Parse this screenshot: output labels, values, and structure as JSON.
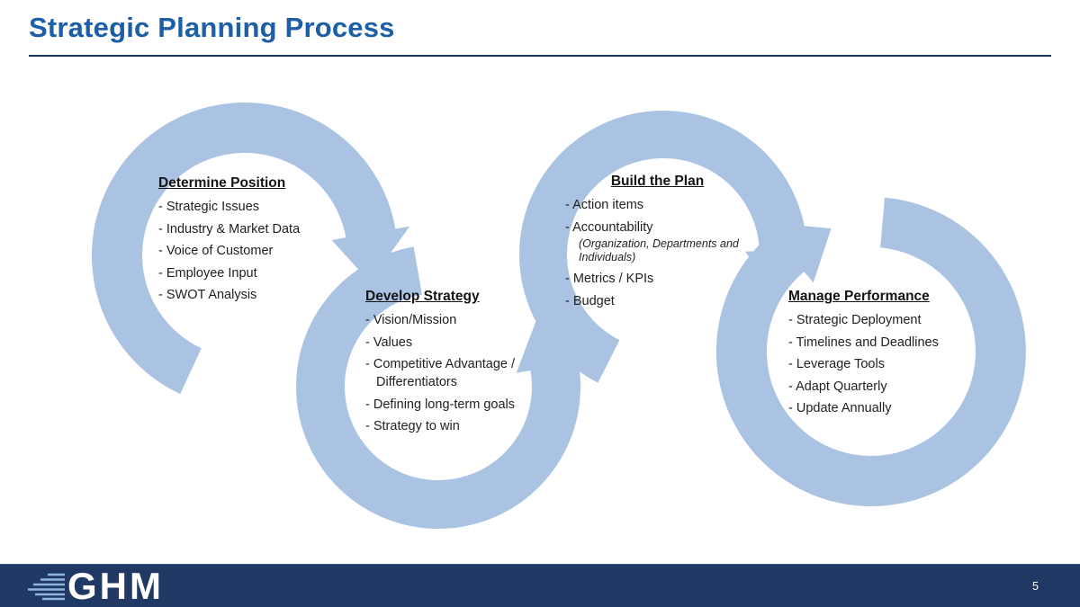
{
  "slide": {
    "title": "Strategic Planning Process",
    "page_number": "5",
    "logo_text": "GHM"
  },
  "colors": {
    "ring": "#AAC3E3",
    "title": "#1D5FA6",
    "footer": "#1F3864"
  },
  "steps": [
    {
      "title": "Determine Position",
      "items": [
        "Strategic Issues",
        "Industry & Market Data",
        "Voice of Customer",
        "Employee Input",
        "SWOT Analysis"
      ]
    },
    {
      "title": "Develop Strategy",
      "items": [
        "Vision/Mission",
        "Values",
        "Competitive Advantage /",
        "Defining long-term goals",
        "Strategy to win"
      ],
      "item_continuation": "Differentiators"
    },
    {
      "title": "Build the Plan",
      "items": [
        "Action items",
        "Accountability",
        "Metrics / KPIs",
        "Budget"
      ],
      "note_lines": [
        "(Organization, Departments  and",
        "Individuals)"
      ]
    },
    {
      "title": "Manage Performance",
      "items": [
        "Strategic Deployment",
        "Timelines and Deadlines",
        "Leverage Tools",
        "Adapt Quarterly",
        "Update Annually"
      ]
    }
  ]
}
